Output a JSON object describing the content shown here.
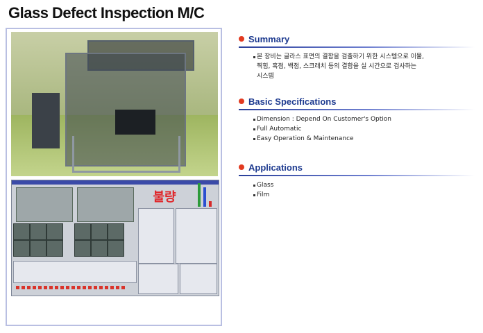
{
  "page": {
    "title": "Glass Defect Inspection M/C"
  },
  "screenshot": {
    "defect_label": "불량"
  },
  "sections": [
    {
      "title": "Summary",
      "items": [
        "본 장비는 글라스 표면의 결함을 검출하기 위한 시스템으로 이물,",
        "찍힘, 흑점, 백점, 스크래치 등의 결함을 실 시간으로 검사하는",
        "시스템"
      ]
    },
    {
      "title": "Basic Specifications",
      "items": [
        "Dimension : Depend On Customer's Option",
        "Full Automatic",
        "Easy Operation  & Maintenance"
      ]
    },
    {
      "title": "Applications",
      "items": [
        "Glass",
        "Film"
      ]
    }
  ],
  "colors": {
    "accent": "#1d3a8f",
    "bullet": "#e23a20",
    "frame": "#b9bfe2"
  }
}
